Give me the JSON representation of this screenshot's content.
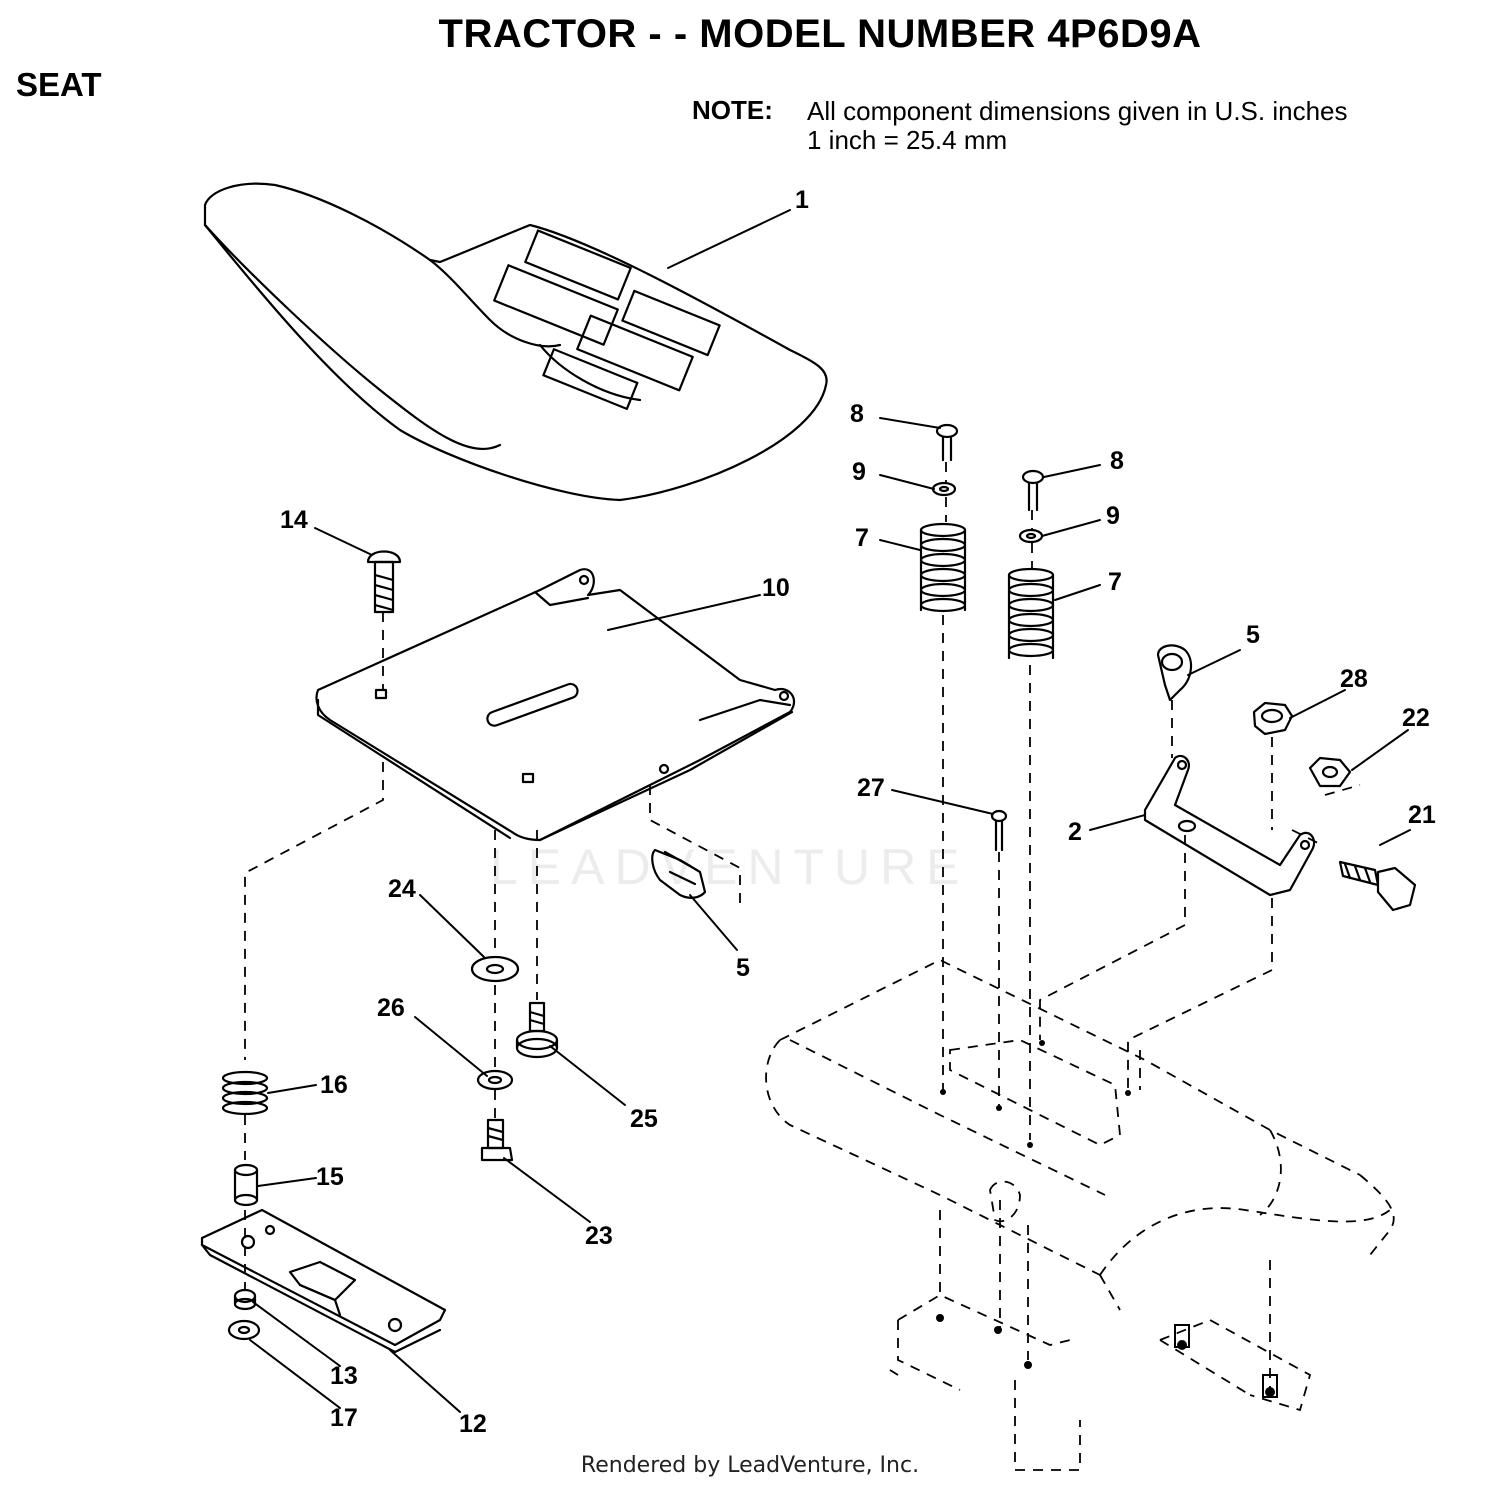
{
  "title": "TRACTOR - - MODEL NUMBER 4P6D9A",
  "section": "SEAT",
  "note": {
    "label": "NOTE:",
    "line1": "All component  dimensions given in U.S. inches",
    "line2": "1 inch = 25.4 mm"
  },
  "watermark": "LEADVENTURE",
  "footer": "Rendered by LeadVenture, Inc.",
  "callouts": {
    "c1": "1",
    "c2": "2",
    "c5a": "5",
    "c5b": "5",
    "c7a": "7",
    "c7b": "7",
    "c8a": "8",
    "c8b": "8",
    "c9a": "9",
    "c9b": "9",
    "c10": "10",
    "c12": "12",
    "c13": "13",
    "c14": "14",
    "c15": "15",
    "c16": "16",
    "c17": "17",
    "c21": "21",
    "c22": "22",
    "c23": "23",
    "c24": "24",
    "c25": "25",
    "c26": "26",
    "c27": "27",
    "c28": "28"
  }
}
